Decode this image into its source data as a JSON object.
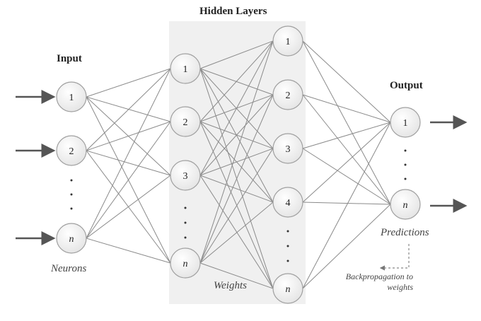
{
  "titles": {
    "hidden": "Hidden Layers",
    "input": "Input",
    "output": "Output"
  },
  "captions": {
    "neurons": "Neurons",
    "weights": "Weights",
    "predictions": "Predictions",
    "backprop_line1": "Backpropagation to",
    "backprop_line2": "weights"
  },
  "layers": [
    {
      "name": "input",
      "nodes": [
        "1",
        "2",
        "n"
      ]
    },
    {
      "name": "hidden1",
      "nodes": [
        "1",
        "2",
        "3",
        "n"
      ]
    },
    {
      "name": "hidden2",
      "nodes": [
        "1",
        "2",
        "3",
        "4",
        "n"
      ]
    },
    {
      "name": "output",
      "nodes": [
        "1",
        "n"
      ]
    }
  ],
  "colors": {
    "edge": "#8a8a8a",
    "band": "#f0f0f0",
    "node_stroke": "#a0a0a0",
    "arrow": "#555555"
  }
}
